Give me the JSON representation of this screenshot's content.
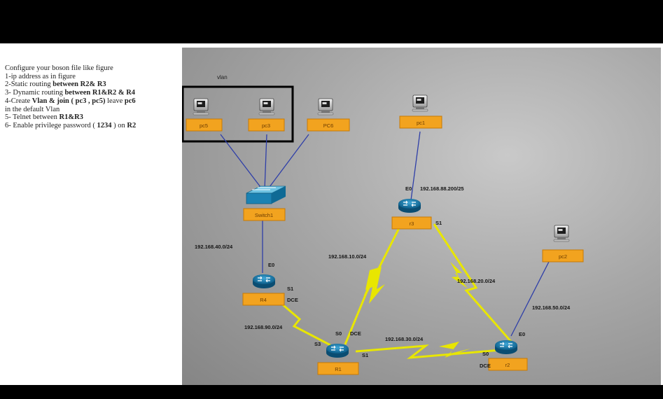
{
  "instructions": [
    [
      {
        "t": "Configure your boson file like figure",
        "b": false
      }
    ],
    [
      {
        "t": "1-ip address as in figure",
        "b": false
      }
    ],
    [
      {
        "t": "2-Static routing ",
        "b": false
      },
      {
        "t": "between   R2& R3",
        "b": true
      }
    ],
    [
      {
        "t": "3- Dynamic routing ",
        "b": false
      },
      {
        "t": "between R1&R2 & R4",
        "b": true
      }
    ],
    [
      {
        "t": "4-Create ",
        "b": false
      },
      {
        "t": "Vlan & join ( pc3 , pc5)",
        "b": true
      },
      {
        "t": " leave ",
        "b": false
      },
      {
        "t": "pc6",
        "b": true
      }
    ],
    [
      {
        "t": "in the default Vlan",
        "b": false
      }
    ],
    [
      {
        "t": "5- Telnet between ",
        "b": false
      },
      {
        "t": "R1&R3",
        "b": true
      }
    ],
    [
      {
        "t": "6- Enable privilege   password ( ",
        "b": false
      },
      {
        "t": "1234",
        "b": true
      },
      {
        "t": " ) on ",
        "b": false
      },
      {
        "t": "R2",
        "b": true
      }
    ]
  ],
  "diagram": {
    "vlan_label": "vlan",
    "devices": {
      "pc5": "pc5",
      "pc3": "pc3",
      "pc6": "PC6",
      "pc1": "pc1",
      "pc2": "pc2",
      "switch1": "Switch1",
      "r4": "R4",
      "r1": "R1",
      "r2": "r2",
      "r3": "r3"
    },
    "labels": {
      "net_pc1": "192.168.88.200/25",
      "net_switch": "192.168.40.0/24",
      "net_r1_r3": "192.168.10.0/24",
      "net_r3_r2": "192.168.20.0/24",
      "net_r2_pc2": "192.168.50.0/24",
      "net_r4_r1": "192.168.90.0/24",
      "net_r1_r2": "192.168.30.0/24",
      "r3_e0": "E0",
      "r3_s1": "S1",
      "r4_e0": "E0",
      "r4_s1": "S1",
      "r4_dce": "DCE",
      "r1_s0": "S0",
      "r1_dce": "DCE",
      "r1_s3": "S3",
      "r1_s1": "S1",
      "r2_s0": "S0",
      "r2_dce": "DCE",
      "r2_e0": "E0"
    }
  }
}
